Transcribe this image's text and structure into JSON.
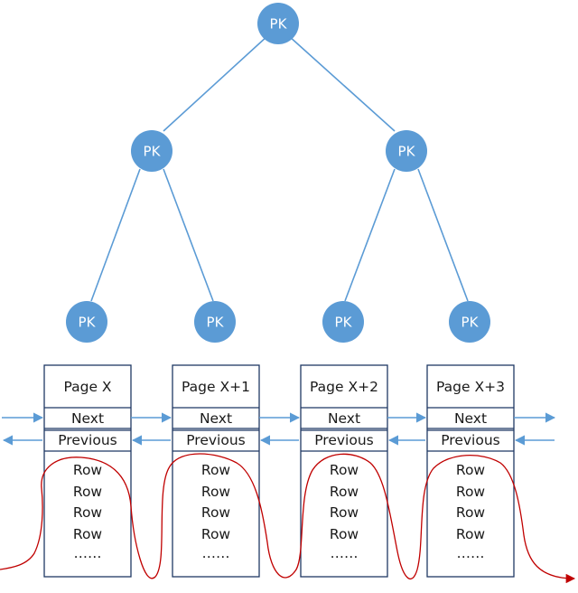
{
  "tree": {
    "root": {
      "label": "PK"
    },
    "level2": [
      {
        "label": "PK"
      },
      {
        "label": "PK"
      }
    ],
    "leaves": [
      {
        "label": "PK"
      },
      {
        "label": "PK"
      },
      {
        "label": "PK"
      },
      {
        "label": "PK"
      }
    ]
  },
  "pages": [
    {
      "title": "Page X",
      "next": "Next",
      "previous": "Previous",
      "rows": [
        "Row",
        "Row",
        "Row",
        "Row"
      ],
      "ellipsis": "……"
    },
    {
      "title": "Page X+1",
      "next": "Next",
      "previous": "Previous",
      "rows": [
        "Row",
        "Row",
        "Row",
        "Row"
      ],
      "ellipsis": "……"
    },
    {
      "title": "Page X+2",
      "next": "Next",
      "previous": "Previous",
      "rows": [
        "Row",
        "Row",
        "Row",
        "Row"
      ],
      "ellipsis": "……"
    },
    {
      "title": "Page X+3",
      "next": "Next",
      "previous": "Previous",
      "rows": [
        "Row",
        "Row",
        "Row",
        "Row"
      ],
      "ellipsis": "……"
    }
  ],
  "colors": {
    "node_fill": "#5b9bd5",
    "edge": "#5b9bd5",
    "page_border": "#1f3864",
    "arrow": "#5b9bd5",
    "scan_path": "#c00000"
  }
}
